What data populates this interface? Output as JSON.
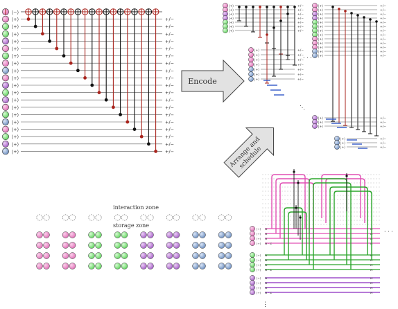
{
  "labels": {
    "ket_minus": "|−⟩",
    "ket_plus": "|+⟩",
    "pm": "+/−",
    "encode": "Encode",
    "arrange_line1": "Arrange and",
    "arrange_line2": "schedule",
    "interaction_zone": "interaction zone",
    "storage_zone": "storage zone",
    "h_gate": "H",
    "hz_gate": "H · Z",
    "ellipsis_h": "· · ·",
    "ellipsis_v": "⋮"
  },
  "colors": {
    "pink": "#e87bbf",
    "green": "#7be07b",
    "purple": "#b56fd1",
    "blue": "#7f9fc8",
    "red_gate": "#a8231c",
    "blue_gate": "#2f56c8",
    "green_line": "#2aa52a",
    "magenta_line": "#e04fb3",
    "violet_line": "#8b2bbf",
    "arrow_fill": "#e2e2e2"
  },
  "left_circuit": {
    "qubit_colors": [
      "pink",
      "green",
      "green",
      "purple",
      "pink",
      "green",
      "pink",
      "blue",
      "pink",
      "purple",
      "green",
      "purple",
      "pink",
      "green",
      "blue",
      "pink",
      "green",
      "purple",
      "blue"
    ]
  },
  "zone_groups": [
    "pink",
    "pink",
    "green",
    "green",
    "purple",
    "purple",
    "blue",
    "blue"
  ]
}
